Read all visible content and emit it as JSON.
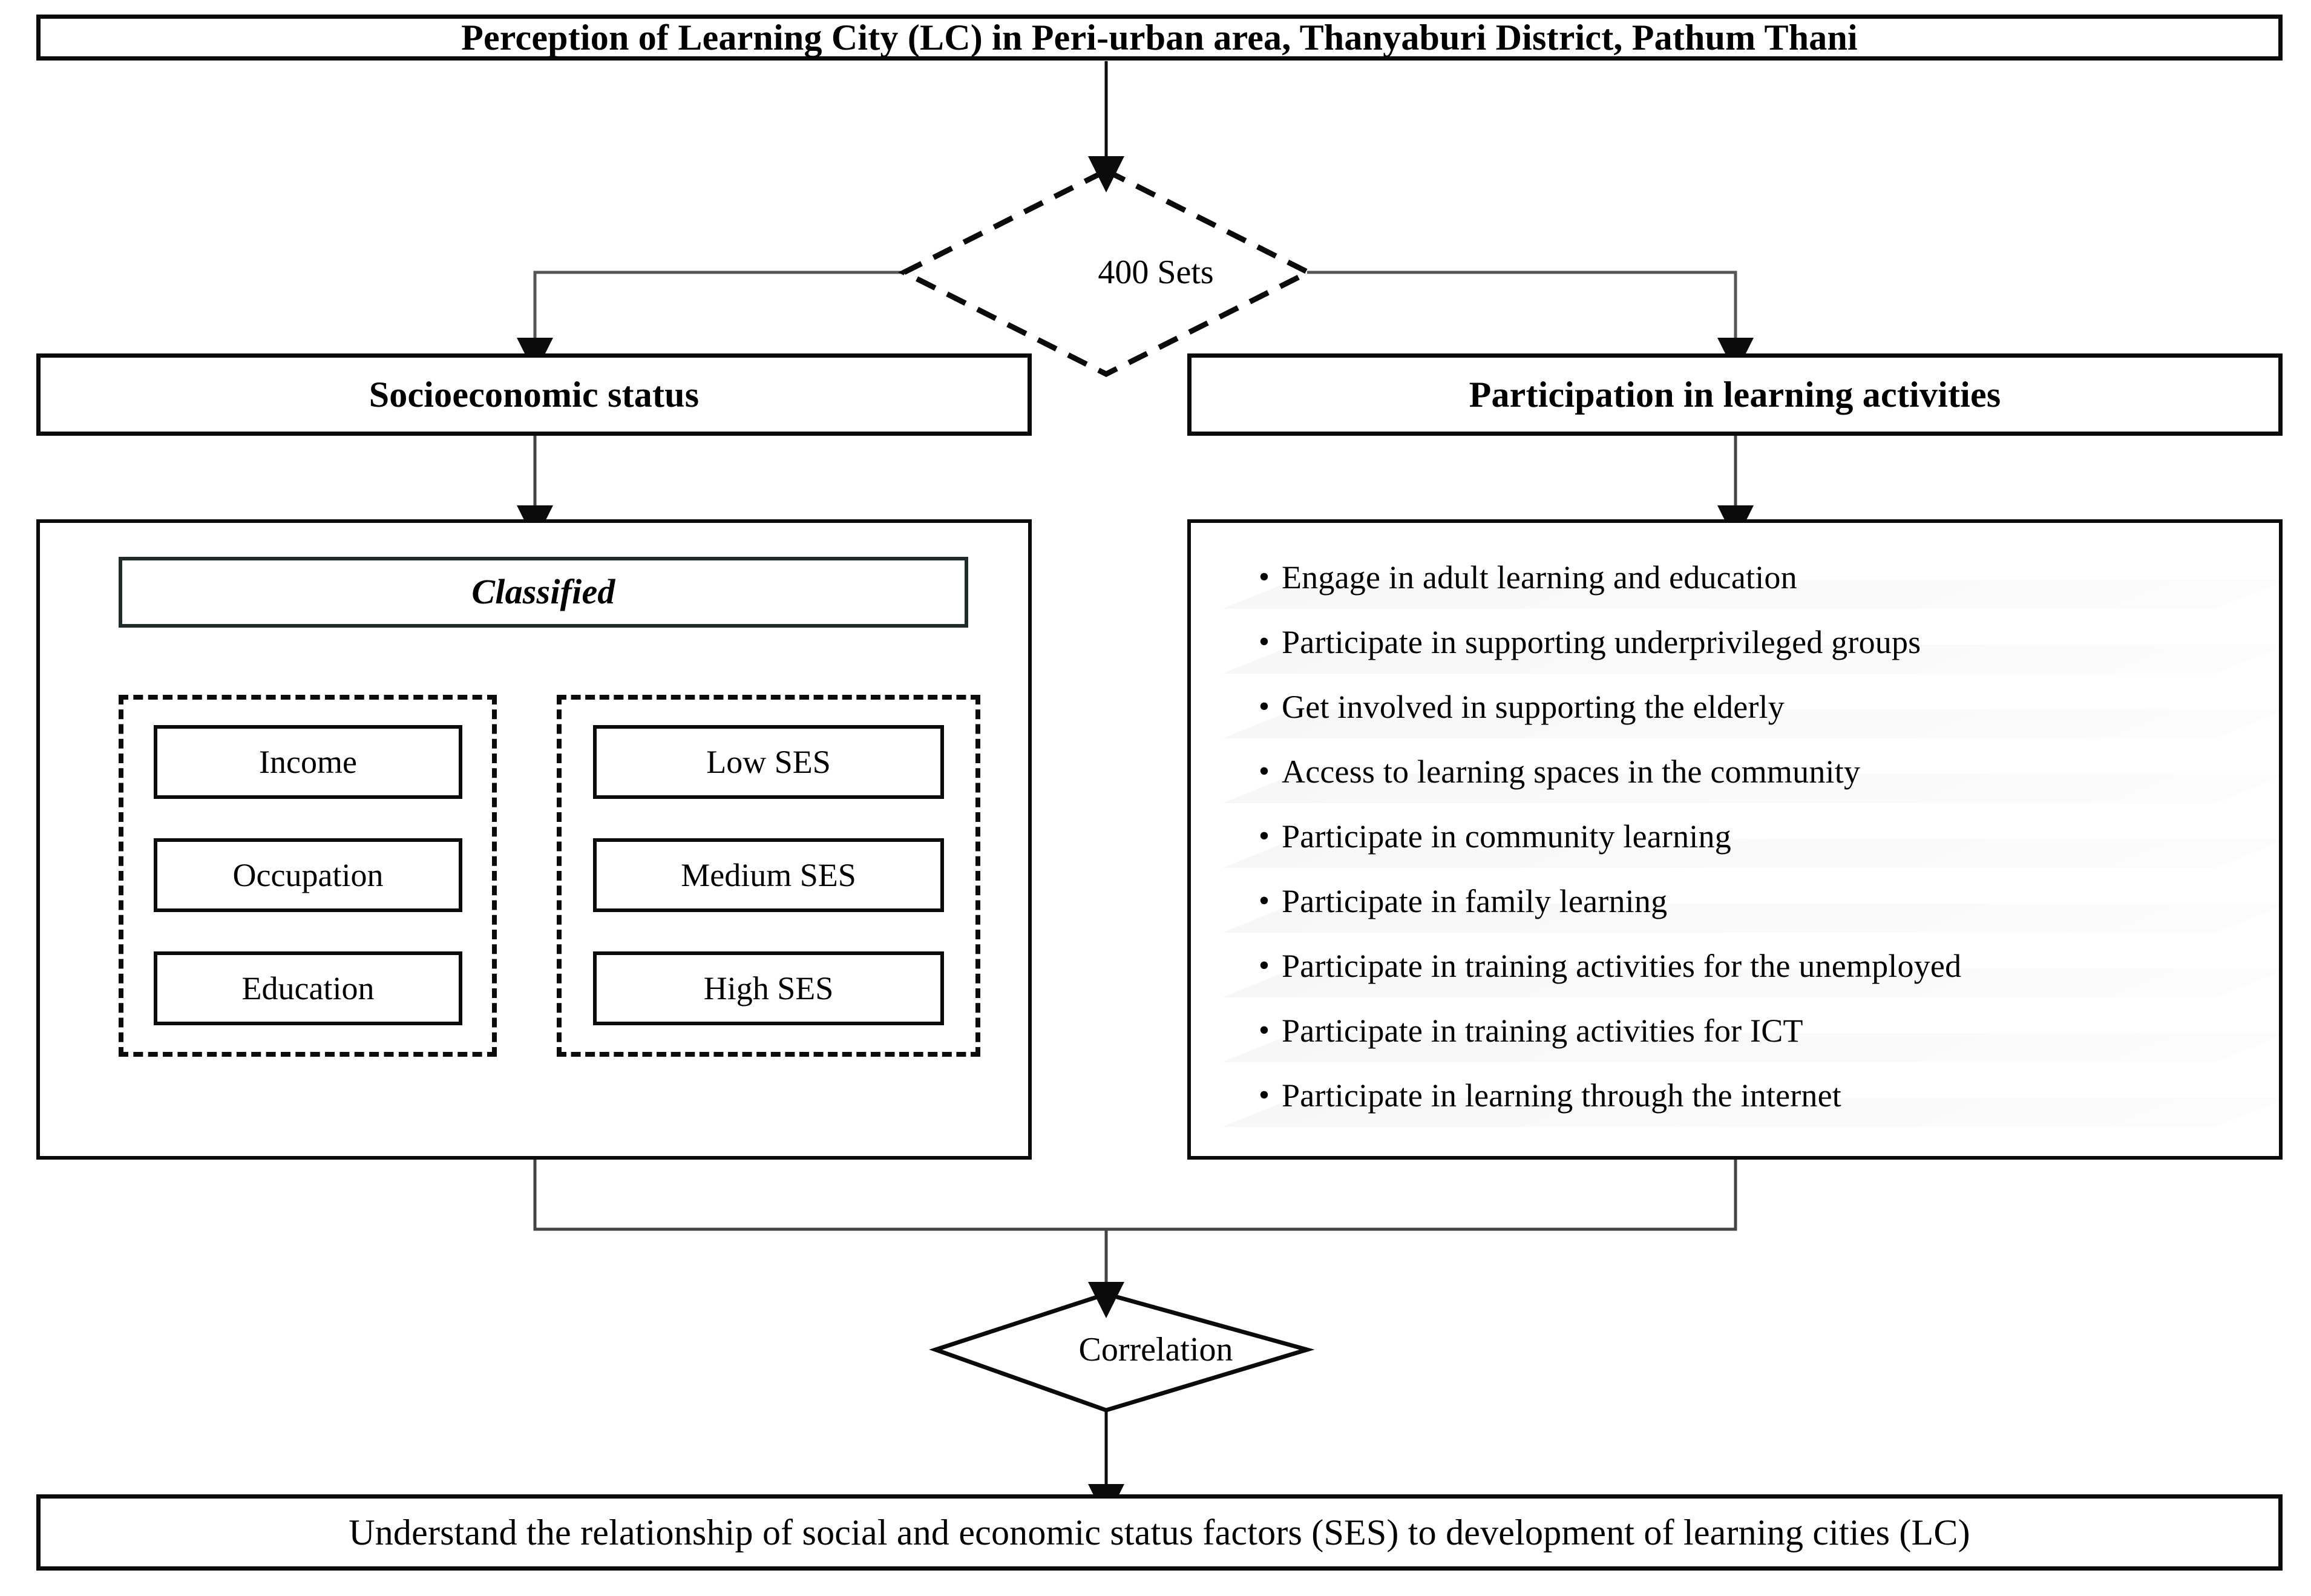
{
  "title": {
    "text": "Perception of Learning City (LC) in Peri-urban area, Thanyaburi District, Pathum Thani"
  },
  "sample_node": {
    "label": "400 Sets",
    "shape": "diamond-dashed"
  },
  "branches": {
    "left_header": "Socioeconomic status",
    "right_header": "Participation in learning activities"
  },
  "ses_panel": {
    "classified_label": "Classified",
    "factors_group": {
      "items": [
        "Income",
        "Occupation",
        "Education"
      ]
    },
    "levels_group": {
      "items": [
        "Low SES",
        "Medium SES",
        "High SES"
      ]
    }
  },
  "participation_panel": {
    "bullet_glyph": "•",
    "items": [
      "Engage in adult learning  and education",
      "Participate in supporting underprivileged  groups",
      "Get involved in supporting the elderly",
      "Access to learning  spaces in the community",
      "Participate in community learning",
      "Participate in family  learning",
      "Participate in training  activities  for the unemployed",
      "Participate in training  activities  for ICT",
      "Participate in learning  through the internet"
    ]
  },
  "analysis_node": {
    "label": "Correlation",
    "shape": "diamond-solid"
  },
  "conclusion": {
    "text": "Understand the relationship of social and economic status factors (SES) to development of learning cities (LC)"
  },
  "colors": {
    "stroke": "#0b0b0b",
    "background": "#ffffff",
    "classified_stroke": "#1d2b2b"
  }
}
